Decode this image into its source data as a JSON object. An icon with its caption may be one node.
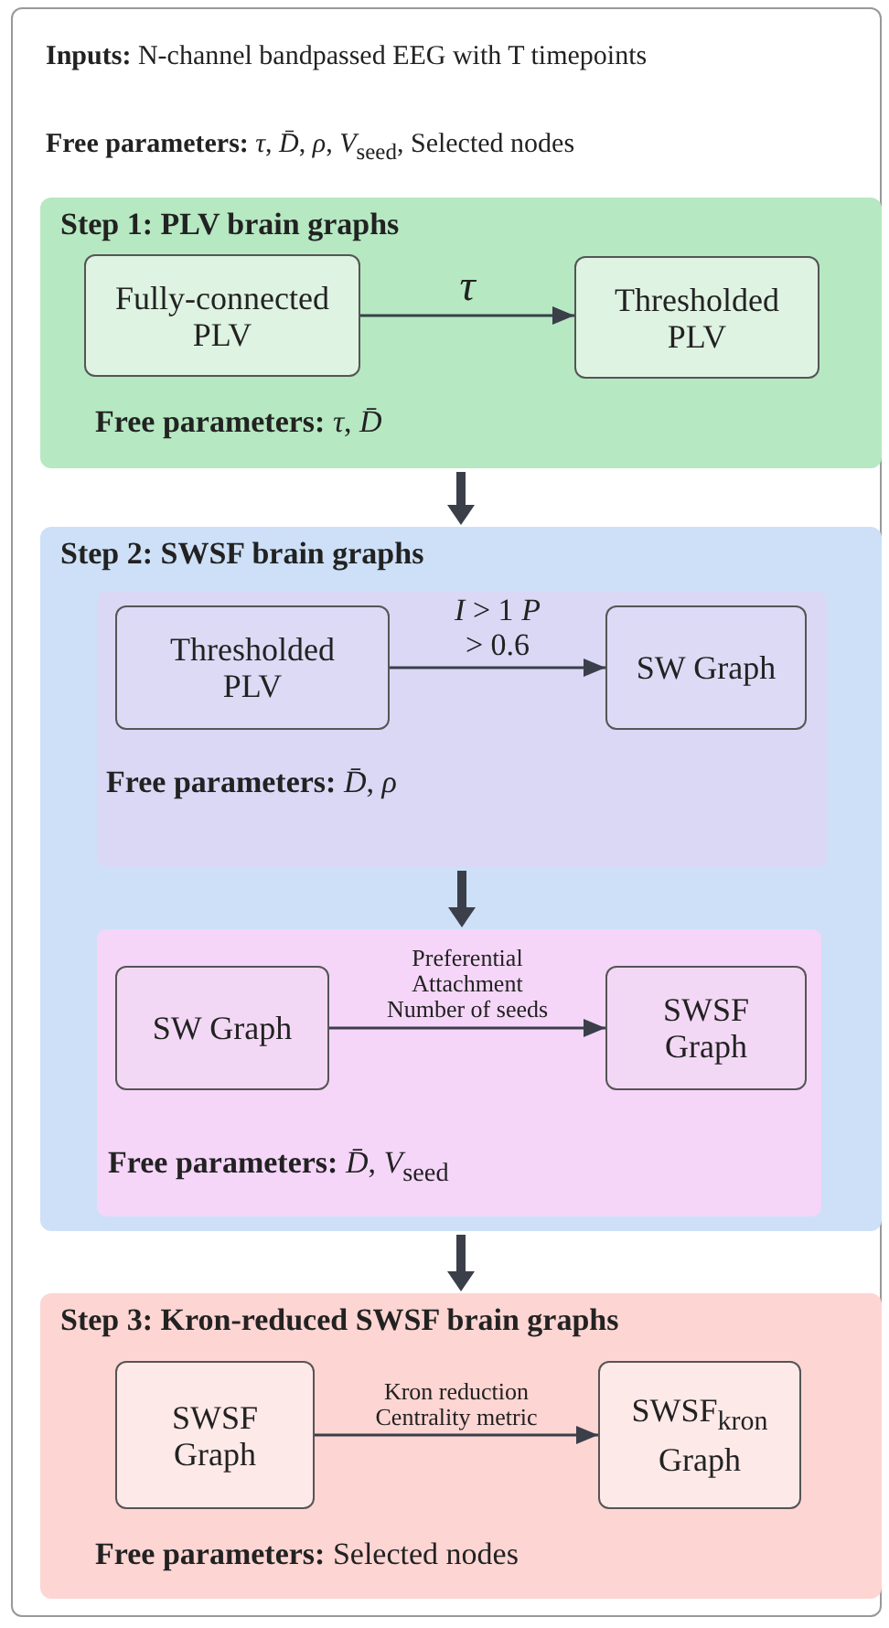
{
  "diagram": {
    "nodes": [
      {
        "text": [
          "**Inputs:** N-channel bandpassed EEG with T timepoints",
          "**Free parameters:** *τ*, *D̄*, *ρ*, *V*$_{seed}$, Selected nodes"
        ]
      },
      {
        "text": [
          "Step 1: PLV brain graphs",
          "**Free parameters:** *τ*, *D̄*"
        ],
        "in": 0
      },
      {
        "text": [
          "Fully-connected PLV"
        ],
        "in": 1
      },
      {
        "text": [
          "Thresholded PLV"
        ],
        "in": 1
      },
      {
        "text": [
          "Step 2: SWSF brain graphs"
        ],
        "in": 0
      },
      {
        "text": [
          "**Free parameters:** *D̄*, *ρ*"
        ],
        "in": 4
      },
      {
        "text": [
          "Thresholded PLV"
        ],
        "in": 5
      },
      {
        "text": [
          "SW Graph"
        ],
        "in": 5
      },
      {
        "text": [
          "**Free parameters:** *D̄*, *V*$_{seed}$"
        ],
        "in": 4
      },
      {
        "text": [
          "SW Graph"
        ],
        "in": 8
      },
      {
        "text": [
          "SWSF Graph"
        ],
        "in": 8
      },
      {
        "text": [
          "Step 3: Kron-reduced SWSF brain graphs",
          "**Free parameters:** Selected nodes"
        ],
        "in": 0
      },
      {
        "text": [
          "SWSF Graph"
        ],
        "in": 11
      },
      {
        "text": [
          "SWSF$_{kron}$ Graph"
        ],
        "in": 11
      }
    ],
    "edges": [
      {
        "from": 2,
        "to": 3,
        "arrow": "to",
        "label": "*τ*"
      },
      {
        "from": 1,
        "to": 4,
        "arrow": "to",
        "style": "thick"
      },
      {
        "from": 6,
        "to": 7,
        "arrow": "to",
        "label": "*I* > 1 *P* > 0.6"
      },
      {
        "from": 5,
        "to": 8,
        "arrow": "to",
        "style": "thick"
      },
      {
        "from": 9,
        "to": 10,
        "arrow": "to",
        "label": "Preferential Attachment Number of seeds"
      },
      {
        "from": 4,
        "to": 11,
        "arrow": "to",
        "style": "thick"
      },
      {
        "from": 12,
        "to": 13,
        "arrow": "to",
        "label": "Kron reduction Centrality metric"
      }
    ]
  }
}
